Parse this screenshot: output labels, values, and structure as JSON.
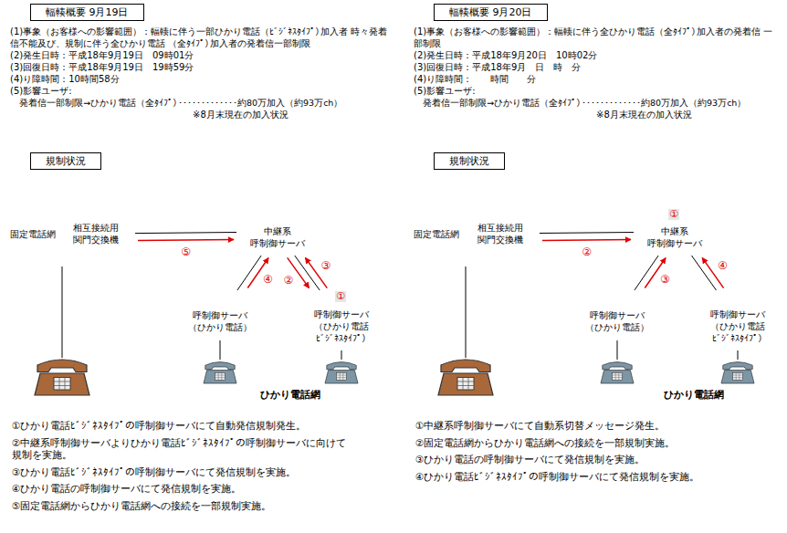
{
  "diagram": {
    "nodes": [
      {
        "text": [
          "輻輳概要 9月19日",
          "(1)事象（お客様への影響範囲）：輻輳に伴う一部ひかり電話（ﾋﾞｼﾞﾈｽﾀｲﾌﾟ）加入者 時々発着信不能及び、規制に伴う全ひかり電話 （全ﾀｲﾌﾟ）加入者の発着信一部制限",
          "(2)発生日時：平成18年9月19日　09時01分",
          "(3)回復日時：平成18年9月19日　19時59分",
          "(4)り障時間：10時間58分",
          "(5)影響ユーザ:",
          "発着信一部制限→ひかり電話（全ﾀｲﾌﾟ）・・・・・・・・・・・・・約80万加入（約93万ch）",
          "※8月末現在の加入状況"
        ]
      },
      {
        "text": [
          "規制状況",
          "①ひかり電話ﾋﾞｼﾞﾈｽﾀｲﾌﾟの呼制御サーバにて自動発信規制発生。",
          "②中継系呼制御サーバよりひかり電話ﾋﾞｼﾞﾈｽﾀｲﾌﾟの呼制御サーバに向けて 規制を実施。",
          "③ひかり電話ﾋﾞｼﾞﾈｽﾀｲﾌﾟの呼制御サーバにて発信規制を実施。",
          "④ひかり電話の呼制御サーバにて発信規制を実施。",
          "⑤固定電話網からひかり電話網への接続を一部規制実施。"
        ]
      },
      {
        "text": [
          "固定電話網"
        ],
        "in": 1
      },
      {
        "text": [
          "相互接続用 関門交換機"
        ],
        "in": 2
      },
      {
        "text": [
          "ひかり電話網"
        ],
        "in": 1
      },
      {
        "text": [
          "中継系 呼制御サーバ"
        ],
        "in": 4
      },
      {
        "text": [
          "呼制御サーバ （ひかり電話）"
        ],
        "in": 4
      },
      {
        "text": [
          "呼制御サーバ （ひかり電話 ﾋﾞｼﾞﾈｽﾀｲﾌﾟ）"
        ],
        "in": 4
      },
      {
        "text": [
          "輻輳概要 9月20日",
          "(1)事象（お客様への影響範囲）：輻輳に伴う全ひかり電話（全ﾀｲﾌﾟ）加入者の発着信 一部制限",
          "(2)発生日時：平成18年9月20日　10時02分",
          "(3)回復日時：平成18年9月　日　時　分",
          "(4)り障時間：　　時間　　分",
          "(5)影響ユーザ:",
          "発着信一部制限→ひかり電話（全ﾀｲﾌﾟ）・・・・・・・・・・・・・約80万加入（約93万ch）",
          "※8月末現在の加入状況"
        ]
      },
      {
        "text": [
          "規制状況",
          "①中継系呼制御サーバにて自動系切替メッセージ発生。",
          "②固定電話網からひかり電話網への接続を一部規制実施。",
          "③ひかり電話の呼制御サーバにて発信規制を実施。",
          "④ひかり電話ﾋﾞｼﾞﾈｽﾀｲﾌﾟの呼制御サーバにて発信規制を実施。"
        ]
      },
      {
        "text": [
          "固定電話網"
        ],
        "in": 9
      },
      {
        "text": [
          "相互接続用 関門交換機"
        ],
        "in": 10
      },
      {
        "text": [
          "ひかり電話網"
        ],
        "in": 9
      },
      {
        "text": [
          "中継系 呼制御サーバ"
        ],
        "in": 12
      },
      {
        "text": [
          "呼制御サーバ （ひかり電話）"
        ],
        "in": 12
      },
      {
        "text": [
          "呼制御サーバ （ひかり電話 ﾋﾞｼﾞﾈｽﾀｲﾌﾟ）"
        ],
        "in": 12
      }
    ],
    "edges": [
      {
        "from": 3,
        "to": 5,
        "arrow": "none"
      },
      {
        "from": 5,
        "to": 6,
        "arrow": "none"
      },
      {
        "from": 5,
        "to": 7,
        "arrow": "none"
      },
      {
        "from": 3,
        "to": 5,
        "arrow": "to",
        "label": "⑤"
      },
      {
        "from": 5,
        "to": 7,
        "arrow": "to",
        "label": "②"
      },
      {
        "from": 7,
        "to": 5,
        "arrow": "to",
        "label": "③"
      },
      {
        "from": 6,
        "to": 5,
        "arrow": "to",
        "label": "④"
      },
      {
        "from": 11,
        "to": 13,
        "arrow": "none"
      },
      {
        "from": 13,
        "to": 14,
        "arrow": "none"
      },
      {
        "from": 13,
        "to": 15,
        "arrow": "none"
      },
      {
        "from": 11,
        "to": 13,
        "arrow": "to",
        "label": "②"
      },
      {
        "from": 14,
        "to": 13,
        "arrow": "to",
        "label": "③"
      },
      {
        "from": 15,
        "to": 13,
        "arrow": "to",
        "label": "④"
      }
    ],
    "labels": [
      "①",
      "①"
    ]
  }
}
